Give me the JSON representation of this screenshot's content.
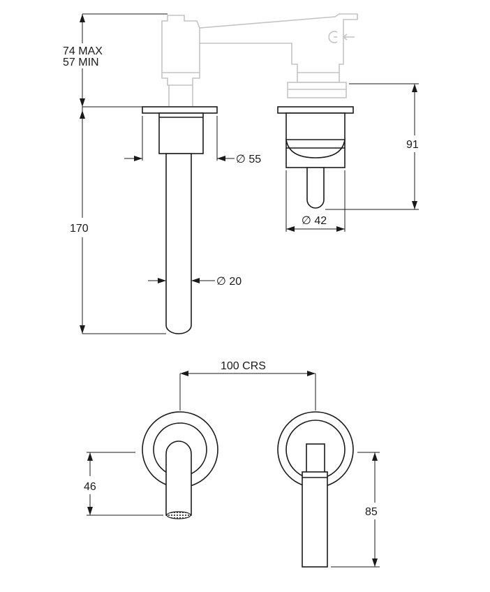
{
  "dimensions": {
    "spindle_max": "74 MAX",
    "spindle_min": "57 MIN",
    "spout_length": "170",
    "flange_diameter": "∅ 55",
    "spout_diameter": "∅ 20",
    "mixer_diameter": "∅ 42",
    "mixer_height": "91",
    "centres": "100 CRS",
    "spout_drop": "46",
    "lever_drop": "85"
  },
  "colors": {
    "line": "#1a1a1a",
    "ghost": "#c4c4c4",
    "background": "#ffffff"
  }
}
